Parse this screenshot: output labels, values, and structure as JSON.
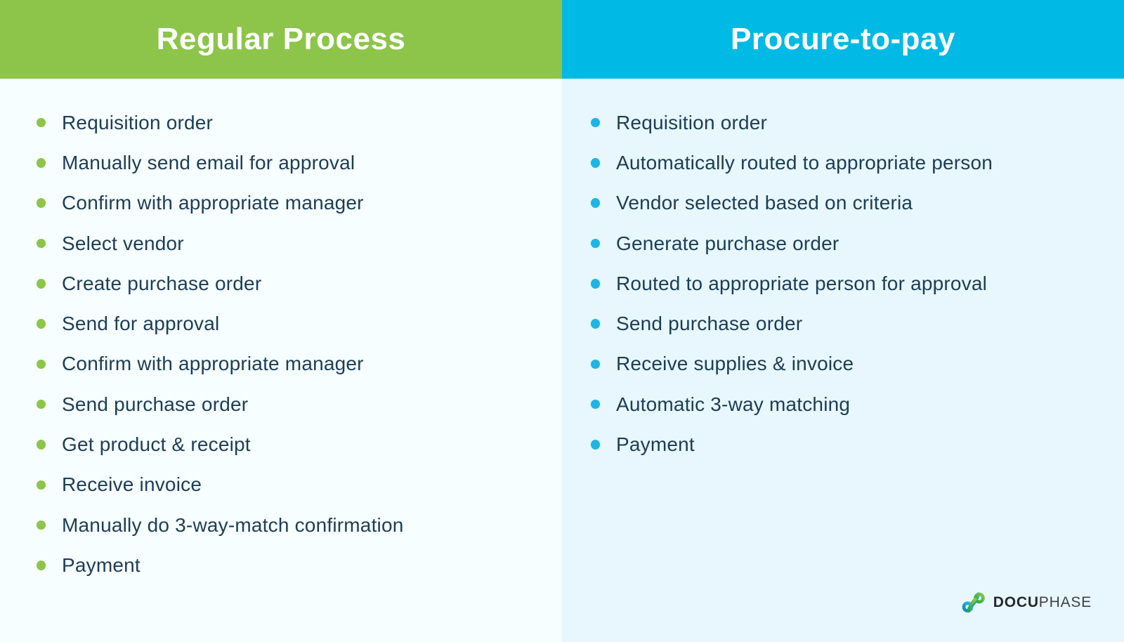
{
  "colors": {
    "green_header": "#8cc549",
    "blue_header": "#01b9e5",
    "left_body_bg": "#f6feff",
    "right_body_bg": "#e7f7fd",
    "item_text": "#1d3d56",
    "green_bullet": "#8cc549",
    "blue_bullet": "#1cb5e8"
  },
  "columns": {
    "left": {
      "title": "Regular Process",
      "items": [
        "Requisition order",
        "Manually send email for approval",
        "Confirm with appropriate manager",
        "Select vendor",
        "Create purchase order",
        "Send for approval",
        "Confirm with appropriate manager",
        "Send purchase order",
        "Get product & receipt",
        "Receive invoice",
        "Manually do 3-way-match confirmation",
        "Payment"
      ]
    },
    "right": {
      "title": "Procure-to-pay",
      "items": [
        "Requisition order",
        "Automatically routed to appropriate person",
        "Vendor selected based on criteria",
        "Generate purchase order",
        "Routed to appropriate person for approval",
        "Send purchase order",
        "Receive supplies & invoice",
        "Automatic 3-way matching",
        "Payment"
      ]
    }
  },
  "logo": {
    "brand_bold": "DOCU",
    "brand_light": "PHASE"
  }
}
